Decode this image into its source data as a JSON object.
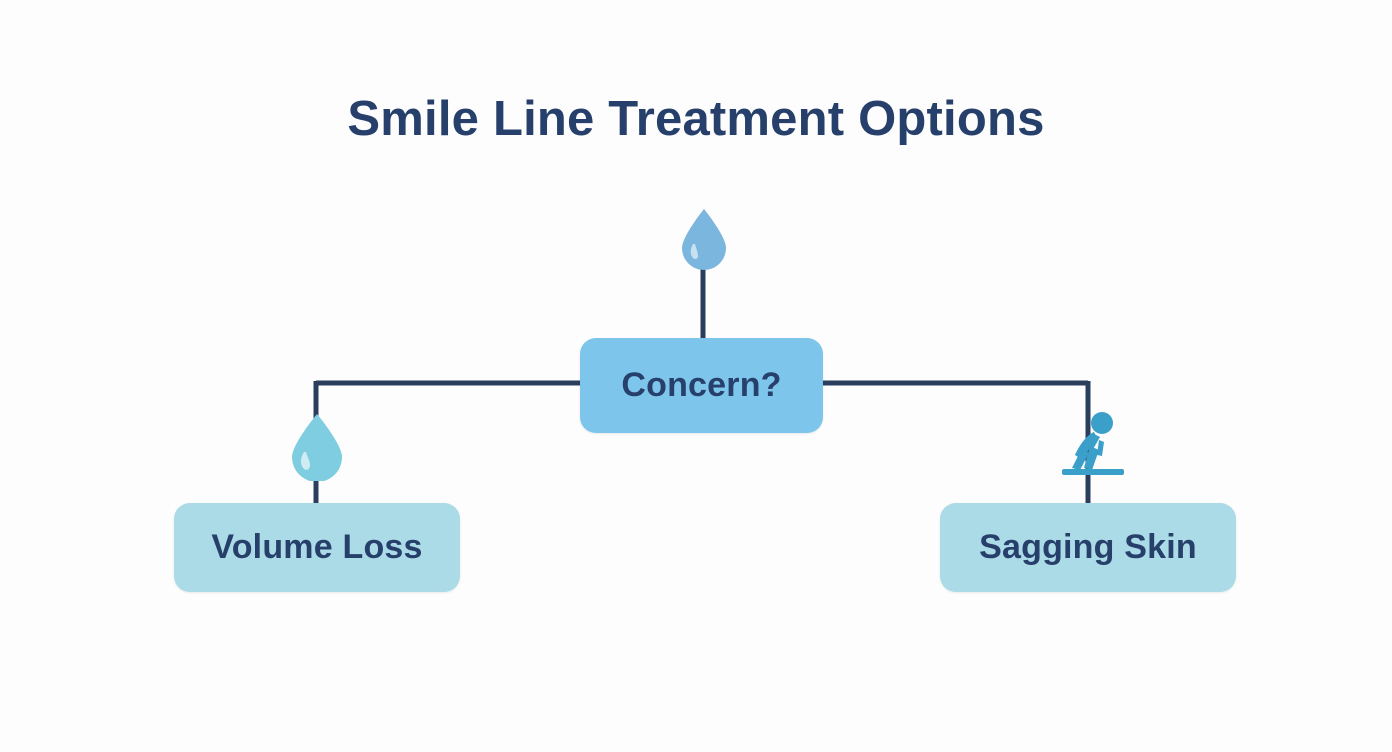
{
  "page": {
    "title": "Smile Line Treatment Options",
    "background_color": "#fdfdfd"
  },
  "colors": {
    "title_text": "#27406b",
    "node_text": "#27406b",
    "root_node_fill": "#7ec5ec",
    "child_node_fill": "#abdbe6",
    "connector_line": "#2c3e5d",
    "icon_drop_top": "#7ab6de",
    "icon_drop_left": "#7fcde0",
    "icon_figure": "#3a9fc9"
  },
  "diagram": {
    "type": "flowchart",
    "orientation": "top-down",
    "nodes": [
      {
        "id": "root",
        "label": "Concern?",
        "fill": "#7ec5ec",
        "icon": "water-drop-icon",
        "level": 0
      },
      {
        "id": "left",
        "label": "Volume Loss",
        "fill": "#abdbe6",
        "icon": "water-drop-icon",
        "level": 1
      },
      {
        "id": "right",
        "label": "Sagging Skin",
        "fill": "#abdbe6",
        "icon": "bending-person-icon",
        "level": 1
      }
    ],
    "edges": [
      {
        "from": "icon-top",
        "to": "root"
      },
      {
        "from": "root",
        "to": "left"
      },
      {
        "from": "root",
        "to": "right"
      }
    ]
  }
}
